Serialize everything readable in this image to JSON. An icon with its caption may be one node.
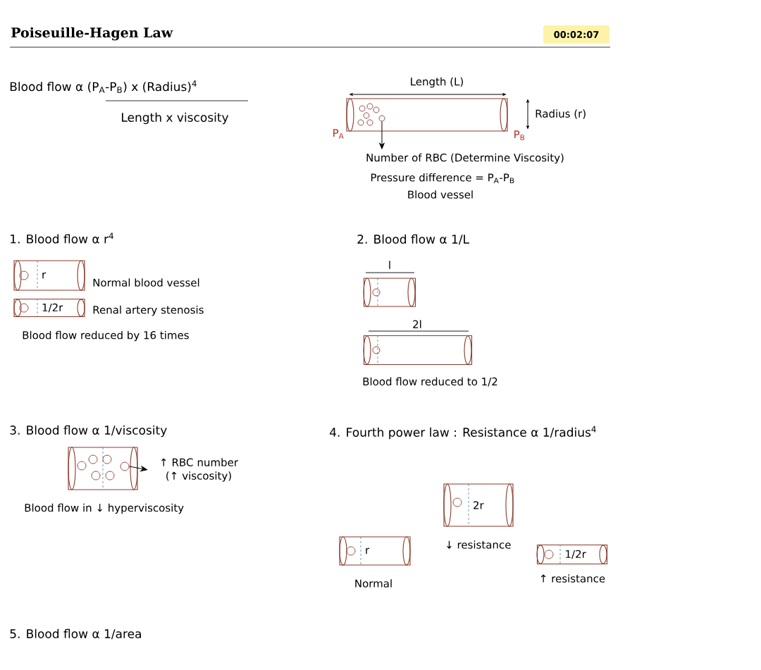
{
  "diagram": {
    "title": "Poiseuille-Hagen Law",
    "nodes": [
      {
        "text": [],
        "shape": "cylinder"
      },
      {
        "text": [],
        "shape": "circle",
        "in": 0
      },
      {
        "text": [
          "Number of RBC (Determine Viscosity)"
        ]
      },
      {
        "text": [
          "r"
        ],
        "beside": [
          "Normal blood vessel"
        ]
      },
      {
        "text": [
          "1/2r"
        ],
        "beside": [
          "Renal artery stenosis"
        ]
      },
      {
        "text": [],
        "shape": "cylinder"
      },
      {
        "text": [],
        "shape": "cylinder"
      },
      {
        "text": [],
        "shape": "cylinder"
      },
      {
        "text": [],
        "shape": "circle",
        "in": 7
      },
      {
        "text": [],
        "shape": "circle",
        "in": 7
      },
      {
        "text": [],
        "shape": "circle",
        "in": 7
      },
      {
        "text": [],
        "shape": "circle",
        "in": 7
      },
      {
        "text": [],
        "shape": "circle",
        "in": 7
      },
      {
        "text": [],
        "shape": "circle",
        "in": 7
      },
      {
        "text": [
          "↑ RBC number (↑ viscosity)"
        ]
      },
      {
        "text": [
          "2r"
        ],
        "beside": [
          "↓ resistance"
        ]
      },
      {
        "text": [
          "r"
        ],
        "beside": [
          "Normal"
        ]
      },
      {
        "text": [
          "1/2r"
        ],
        "beside": [
          "↑ resistance"
        ]
      }
    ],
    "edges": [
      {
        "from": 1,
        "to": 2,
        "arrow": "to"
      },
      {
        "from": 13,
        "to": 14,
        "arrow": "to"
      }
    ],
    "labels": [
      "00:02:07",
      "Blood flow α (P$_{A}$-P$_{B}$) x (Radius)$^{4}$",
      "Length x viscosity",
      "Length (L)",
      "Radius (r)",
      "P$_{A}$",
      "P$_{B}$",
      "Pressure difference = P$_{A}$-P$_{B}$",
      "Blood vessel",
      "1. Blood flow α r$^{4}$",
      "Blood flow reduced by 16 times",
      "2. Blood flow α 1/L",
      "l",
      "2l",
      "Blood flow reduced to 1/2",
      "3. Blood flow α 1/viscosity",
      "Blood flow in ↓ hyperviscosity",
      "4. Fourth power law : Resistance α 1/radius$^{4}$",
      "5. Blood flow α 1/area"
    ]
  }
}
